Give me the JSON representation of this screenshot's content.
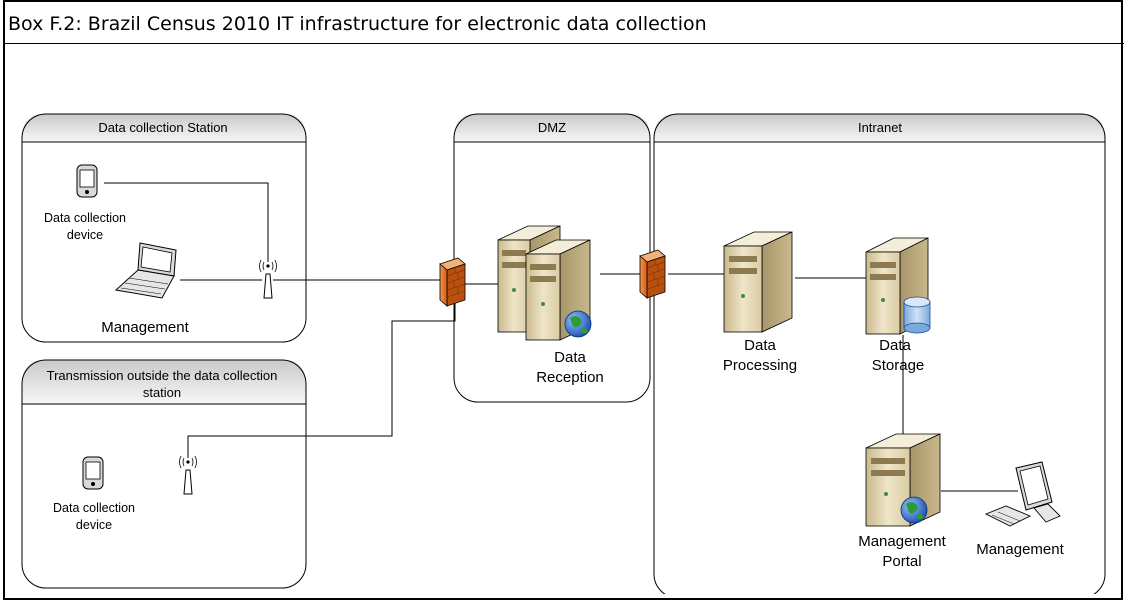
{
  "title": "Box F.2: Brazil Census 2010 IT infrastructure for electronic data collection",
  "zones": {
    "station": "Data collection Station",
    "transmission_line1": "Transmission outside the data collection",
    "transmission_line2": "station",
    "dmz": "DMZ",
    "intranet": "Intranet"
  },
  "nodes": {
    "device1_line1": "Data collection",
    "device1_line2": "device",
    "laptop": "Management",
    "device2_line1": "Data collection",
    "device2_line2": "device",
    "reception_line1": "Data",
    "reception_line2": "Reception",
    "processing_line1": "Data",
    "processing_line2": "Processing",
    "storage_line1": "Data",
    "storage_line2": "Storage",
    "portal_line1": "Management",
    "portal_line2": "Portal",
    "workstation": "Management"
  },
  "colors": {
    "zone_header": "#e8e8e8",
    "server_body": "#e9dfc3",
    "firewall": "#e8762b",
    "globe": "#2a63c8",
    "cylinder": "#9fc3ea"
  }
}
